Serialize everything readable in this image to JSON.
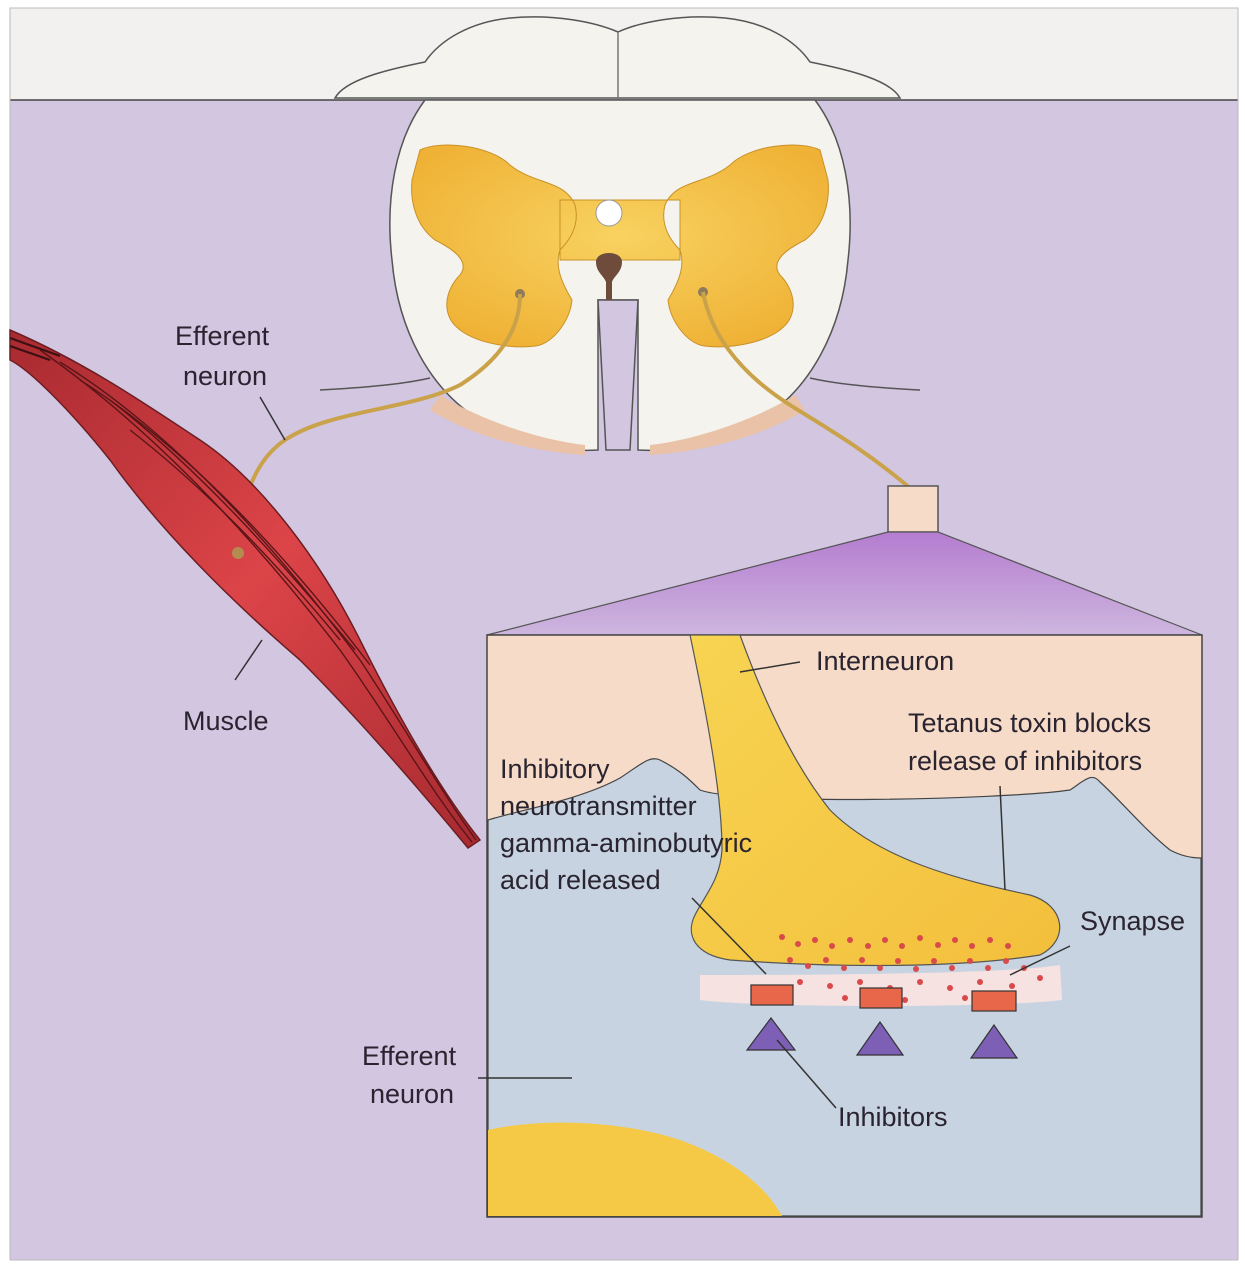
{
  "labels": {
    "efferent_neuron_top_line1": "Efferent",
    "efferent_neuron_top_line2": "neuron",
    "muscle": "Muscle",
    "interneuron": "Interneuron",
    "tetanus_line1": "Tetanus toxin blocks",
    "tetanus_line2": "release of inhibitors",
    "inhibitory_line1": "Inhibitory",
    "inhibitory_line2": "neurotransmitter",
    "inhibitory_line3": "gamma-aminobutyric",
    "inhibitory_line4": "acid released",
    "synapse": "Synapse",
    "efferent_neuron_bottom_line1": "Efferent",
    "efferent_neuron_bottom_line2": "neuron",
    "inhibitors": "Inhibitors"
  },
  "colors": {
    "background": "#d2c6e0",
    "cord_white_matter": "#f4f3ee",
    "gray_matter": "#f2c240",
    "muscle": "#cf3a40",
    "nerve_fiber": "#c9a24a",
    "inset_background": "#f6dcc8",
    "efferent_neuron_body": "#c7d3e0",
    "interneuron": "#f5c945",
    "vesicle_dots": "#d94a4a",
    "receptor": "#e8674a",
    "inhibitor": "#7d5fb6"
  }
}
